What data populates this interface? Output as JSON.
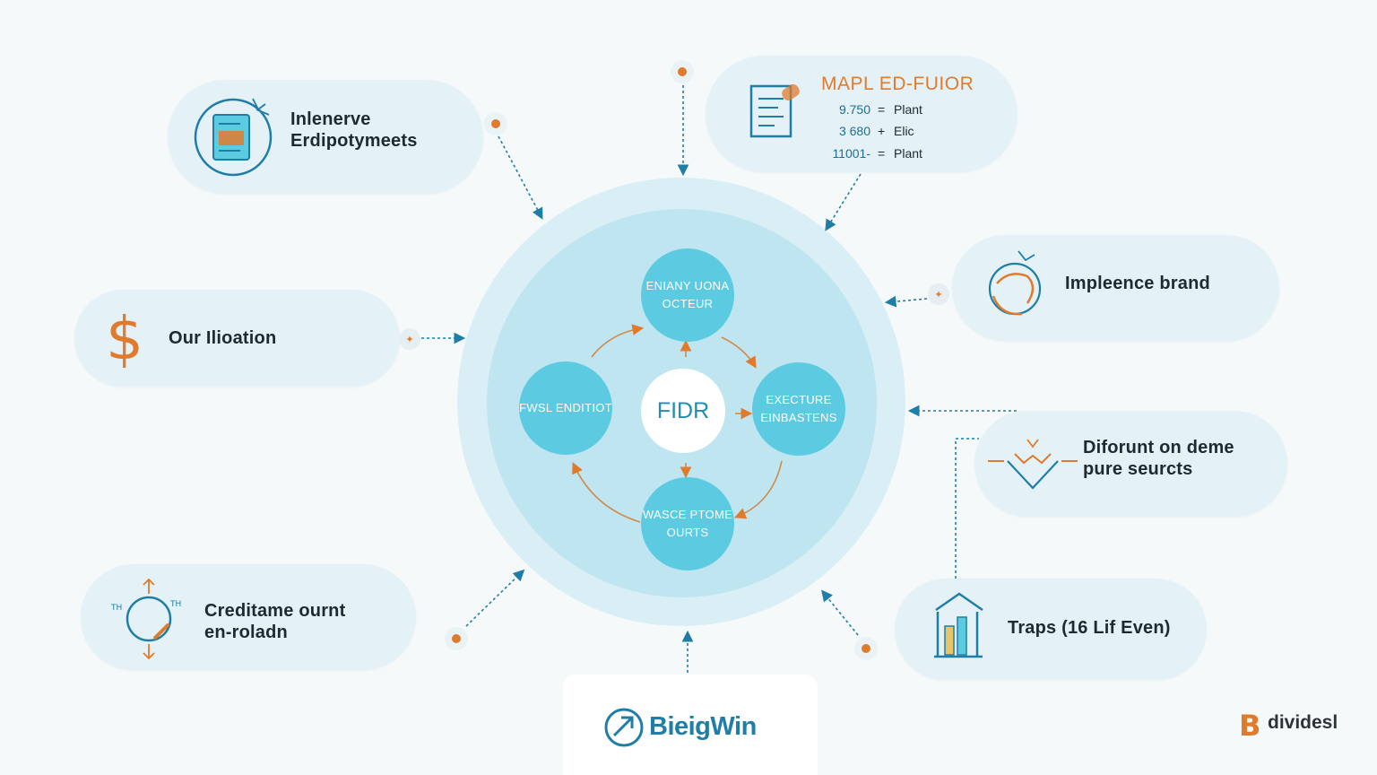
{
  "panels": {
    "top_left": {
      "line1": "Inlenerve",
      "line2": "Erdipotymeets"
    },
    "mid_left": {
      "line1": "Our Ilioation"
    },
    "bottom_left": {
      "line1": "Creditame ournt",
      "line2": "en-roladn"
    },
    "right_upper": {
      "line1": "Impleence brand"
    },
    "right_mid": {
      "line1": "Diforunt on deme",
      "line2": "pure seurcts"
    },
    "right_lower": {
      "line1": "Traps (16 Lif Even)"
    }
  },
  "plan_card": {
    "title": "MAPL ED-FUIOR",
    "rows": [
      {
        "value": "9.750",
        "symbol": "=",
        "label": "Plant"
      },
      {
        "value": "3 680",
        "symbol": "+",
        "label": "Elic"
      },
      {
        "value": "11001-",
        "symbol": "=",
        "label": "Plant"
      }
    ]
  },
  "cycle": {
    "center": "FIDR",
    "top": {
      "line1": "ENIANY UONA",
      "line2": "OCTEUR"
    },
    "left": {
      "line1": "FWSL ENDITIOT"
    },
    "right": {
      "line1": "EXECTURE",
      "line2": "EINBASTENS"
    },
    "bottom": {
      "line1": "WASCE PTOME",
      "line2": "OURTS"
    }
  },
  "footer": {
    "brand": "BieigWin",
    "corner_brand": "dividesl"
  },
  "colors": {
    "accent_orange": "#e07b2e",
    "primary_teal": "#1f7ea6",
    "node_blue": "#5ccbe2",
    "panel_bg": "#e4f2f7"
  },
  "icons": [
    "document-icon",
    "dollar-icon",
    "target-cycle-icon",
    "plan-document-icon",
    "refresh-globe-icon",
    "hands-diamond-icon",
    "chart-building-icon",
    "arrow-circle-logo-icon",
    "b-logo-icon"
  ]
}
